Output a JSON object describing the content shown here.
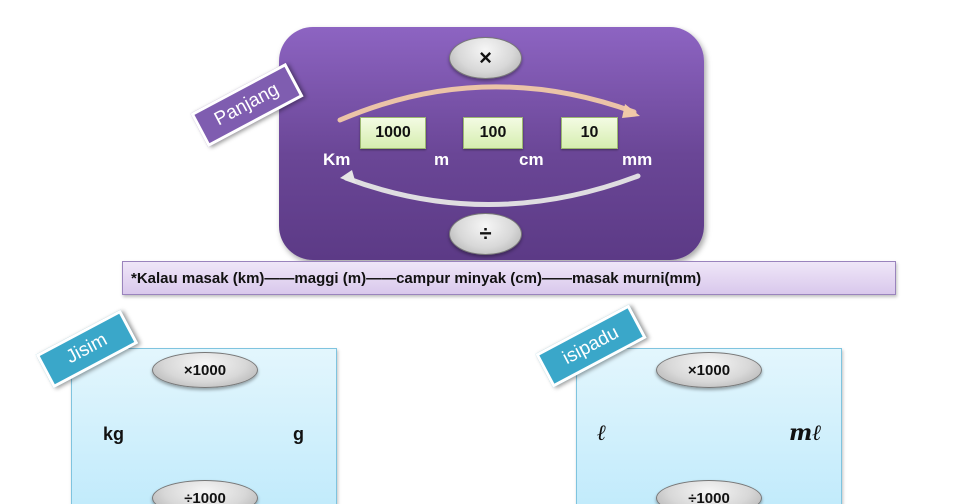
{
  "panjang": {
    "label": "Panjang",
    "multiply_symbol": "×",
    "divide_symbol": "÷",
    "factors": [
      "1000",
      "100",
      "10"
    ],
    "units": [
      "Km",
      "m",
      "cm",
      "mm"
    ]
  },
  "mnemonic": {
    "text": "*Kalau masak (km)——maggi  (m)——campur  minyak (cm)——masak  murni(mm)"
  },
  "jisim": {
    "label": "Jisim",
    "multiply_label": "×1000",
    "divide_label": "÷1000",
    "unit_from": "kg",
    "unit_to": "g"
  },
  "isipadu": {
    "label": "isipadu",
    "multiply_label": "×1000",
    "divide_label": "÷1000",
    "unit_from": "ℓ",
    "unit_to": "mℓ"
  },
  "colors": {
    "panjang_panel": "#6a4696",
    "jisim_tag": "#3aa7c9",
    "factor_box": "#d6eeb0"
  }
}
